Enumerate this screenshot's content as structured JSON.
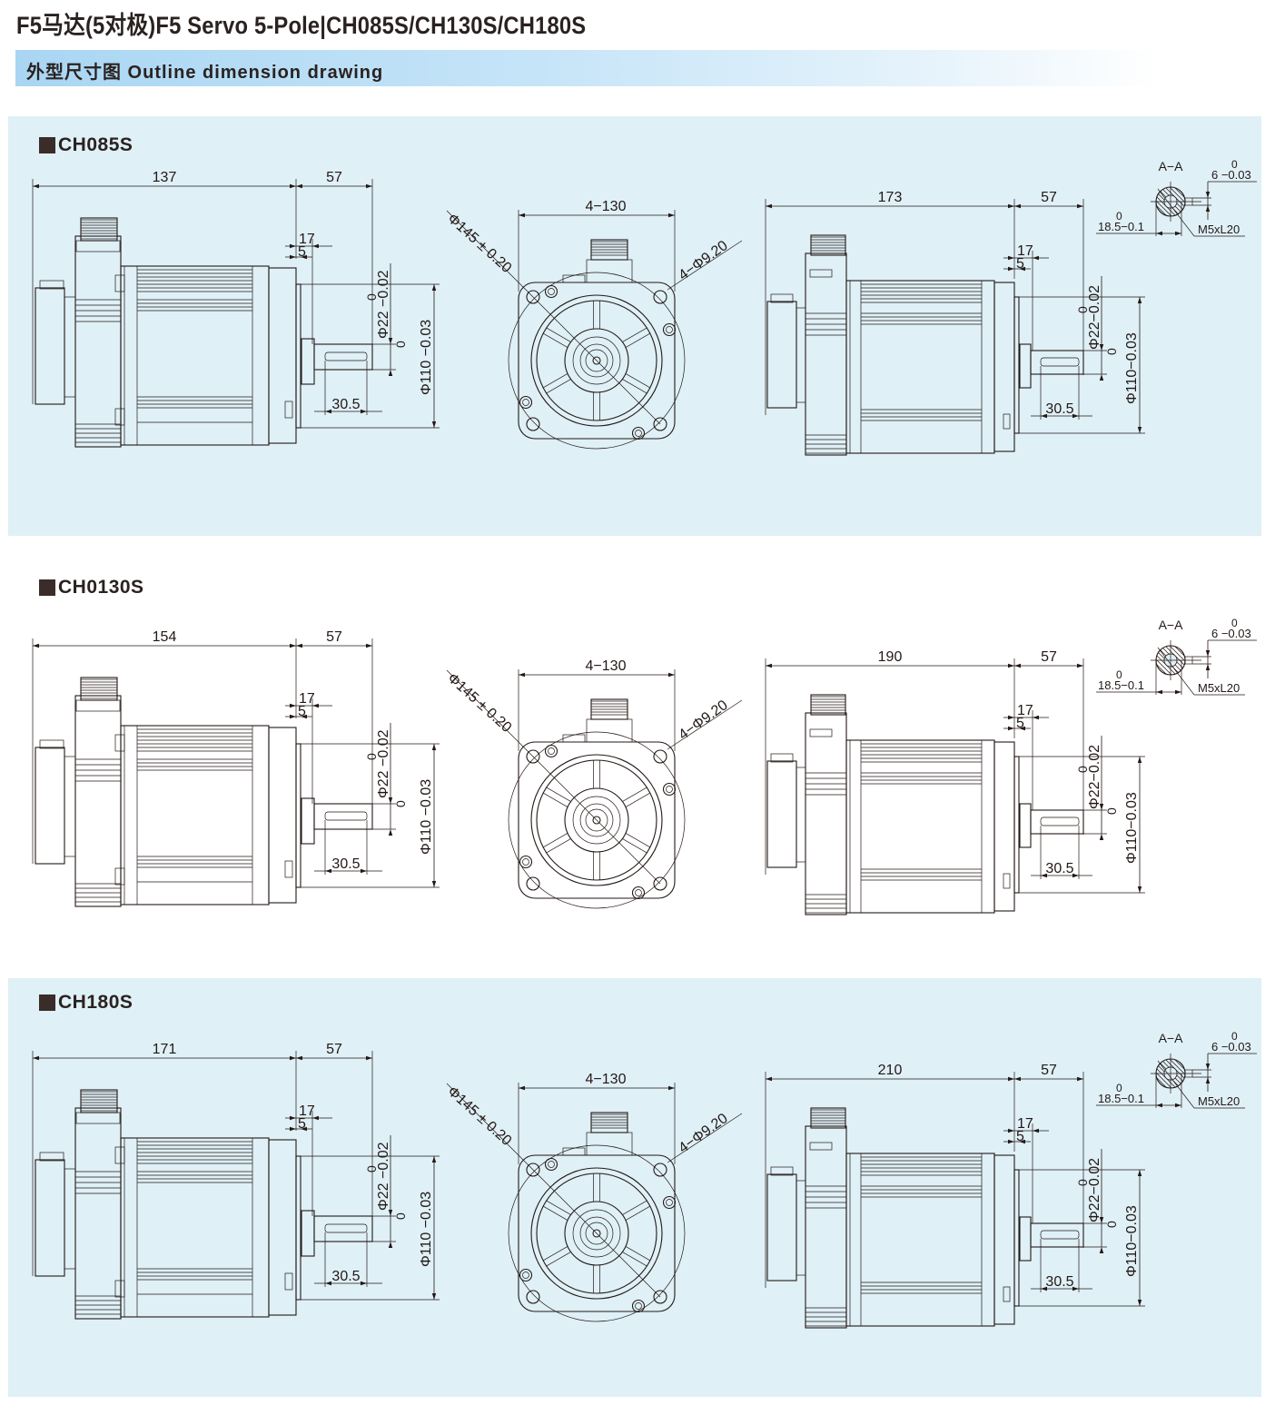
{
  "page": {
    "title": "F5马达(5对极)F5 Servo 5-Pole|CH085S/CH130S/CH180S",
    "section_heading": "外型尺寸图 Outline dimension drawing"
  },
  "colors": {
    "panel_blue": "#dff0f7",
    "heading_bar": "#a9d6f3",
    "ink": "#231815"
  },
  "models": [
    {
      "name": "CH085S",
      "background": "blue",
      "side_view": {
        "body_length": "137",
        "shaft_length": "57",
        "flange_17": "17",
        "flange_5": "5",
        "key_length": "30.5",
        "shaft_dia": "Φ22 −0.02",
        "shaft_dia_upper": "0",
        "pilot_dia": "Φ110 −0.03",
        "pilot_dia_upper": "0"
      },
      "end_view": {
        "bolt_spacing": "4−130",
        "bolt_circle": "Φ145 ± 0.20",
        "holes": "4−Φ9.20"
      },
      "brake_view": {
        "body_length": "173",
        "shaft_length": "57",
        "flange_17": "17",
        "flange_5": "5",
        "key_length": "30.5",
        "shaft_dia": "Φ22−0.02",
        "shaft_dia_upper": "0",
        "pilot_dia": "Φ110−0.03",
        "pilot_dia_upper": "0"
      },
      "section_aa": {
        "label": "A−A",
        "key_width": "6 −0.03",
        "key_width_upper": "0",
        "key_depth": "18.5−0.1",
        "key_depth_upper": "0",
        "thread": "M5xL20"
      }
    },
    {
      "name": "CH0130S",
      "background": "white",
      "side_view": {
        "body_length": "154",
        "shaft_length": "57",
        "flange_17": "17",
        "flange_5": "5",
        "key_length": "30.5",
        "shaft_dia": "Φ22 −0.02",
        "shaft_dia_upper": "0",
        "pilot_dia": "Φ110 −0.03",
        "pilot_dia_upper": "0"
      },
      "end_view": {
        "bolt_spacing": "4−130",
        "bolt_circle": "Φ145 ± 0.20",
        "holes": "4−Φ9.20"
      },
      "brake_view": {
        "body_length": "190",
        "shaft_length": "57",
        "flange_17": "17",
        "flange_5": "5",
        "key_length": "30.5",
        "shaft_dia": "Φ22−0.02",
        "shaft_dia_upper": "0",
        "pilot_dia": "Φ110−0.03",
        "pilot_dia_upper": "0"
      },
      "section_aa": {
        "label": "A−A",
        "key_width": "6 −0.03",
        "key_width_upper": "0",
        "key_depth": "18.5−0.1",
        "key_depth_upper": "0",
        "thread": "M5xL20"
      }
    },
    {
      "name": "CH180S",
      "background": "blue",
      "side_view": {
        "body_length": "171",
        "shaft_length": "57",
        "flange_17": "17",
        "flange_5": "5",
        "key_length": "30.5",
        "shaft_dia": "Φ22 −0.02",
        "shaft_dia_upper": "0",
        "pilot_dia": "Φ110 −0.03",
        "pilot_dia_upper": "0"
      },
      "end_view": {
        "bolt_spacing": "4−130",
        "bolt_circle": "Φ145 ± 0.20",
        "holes": "4−Φ9.20"
      },
      "brake_view": {
        "body_length": "210",
        "shaft_length": "57",
        "flange_17": "17",
        "flange_5": "5",
        "key_length": "30.5",
        "shaft_dia": "Φ22−0.02",
        "shaft_dia_upper": "0",
        "pilot_dia": "Φ110−0.03",
        "pilot_dia_upper": "0"
      },
      "section_aa": {
        "label": "A−A",
        "key_width": "6 −0.03",
        "key_width_upper": "0",
        "key_depth": "18.5−0.1",
        "key_depth_upper": "0",
        "thread": "M5xL20"
      }
    }
  ]
}
